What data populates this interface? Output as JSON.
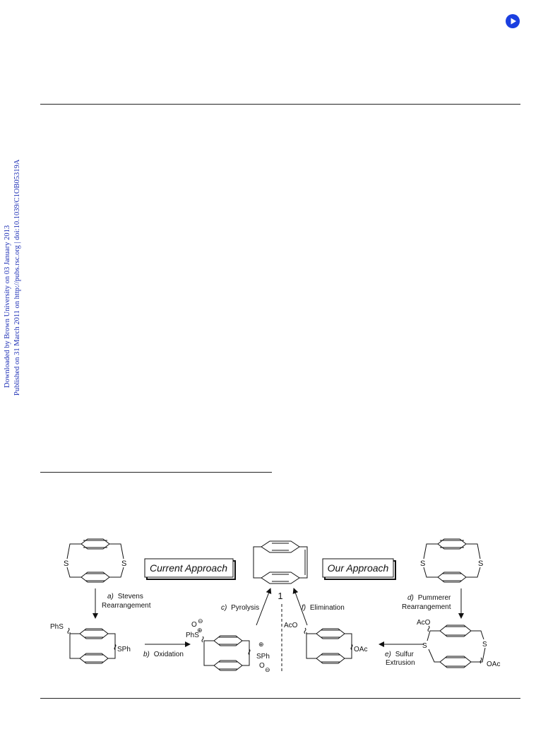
{
  "side_note": {
    "line1": "Downloaded by Brown University on 03 January 2013",
    "line2": "Published on 31 March 2011 on http://pubs.rsc.org | doi:10.1039/C1OB05319A"
  },
  "scheme": {
    "current_approach": "Current Approach",
    "our_approach": "Our Approach",
    "compound_number": "1",
    "step_a_letter": "a)",
    "step_a_line1": "Stevens",
    "step_a_line2": "Rearrangement",
    "step_b_letter": "b)",
    "step_b_text": "Oxidation",
    "step_c_letter": "c)",
    "step_c_text": "Pyrolysis",
    "step_d_letter": "d)",
    "step_d_line1": "Pummerer",
    "step_d_line2": "Rearrangement",
    "step_e_letter": "e)",
    "step_e_line1": "Sulfur",
    "step_e_line2": "Extrusion",
    "step_f_letter": "f)",
    "step_f_text": "Elimination",
    "label_S": "S",
    "label_PhS": "PhS",
    "label_SPh": "SPh",
    "label_AcO": "AcO",
    "label_OAc": "OAc",
    "label_O": "O",
    "label_plus": "⊕",
    "label_minus": "⊖"
  }
}
